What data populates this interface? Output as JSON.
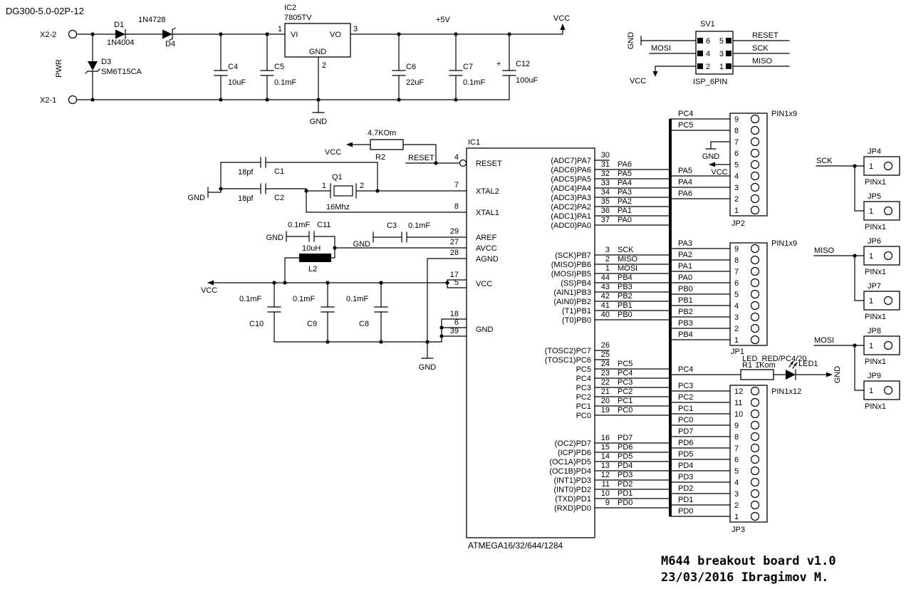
{
  "title": "DG300-5.0-02P-12",
  "footer": {
    "line1": "M644 breakout board v1.0",
    "line2": "23/03/2016 Ibragimov M."
  },
  "nets": {
    "vcc": "VCC",
    "gnd": "GND",
    "plus5v": "+5V",
    "pwr": "PWR",
    "reset": "RESET",
    "sck": "SCK",
    "miso": "MISO",
    "mosi": "MOSI",
    "pa0": "PA0",
    "pa1": "PA1",
    "pa2": "PA2",
    "pa3": "PA3",
    "pa4": "PA4",
    "pa5": "PA5",
    "pa6": "PA6",
    "pb0": "PB0",
    "pb1": "PB1",
    "pb2": "PB2",
    "pb3": "PB3",
    "pb4": "PB4",
    "pc0": "PC0",
    "pc1": "PC1",
    "pc2": "PC2",
    "pc3": "PC3",
    "pc4": "PC4",
    "pc5": "PC5",
    "pd0": "PD0",
    "pd1": "PD1",
    "pd2": "PD2",
    "pd3": "PD3",
    "pd4": "PD4",
    "pd5": "PD5",
    "pd6": "PD6",
    "pd7": "PD7"
  },
  "power": {
    "x2_2": "X2-2",
    "x2_1": "X2-1",
    "d1": {
      "ref": "D1",
      "value": "1N4004"
    },
    "d4": {
      "ref": "D4",
      "value": "1N4728"
    },
    "d3": {
      "ref": "D3",
      "value": "SM6T15CA"
    },
    "c4": {
      "ref": "C4",
      "value": "10uF"
    },
    "c5": {
      "ref": "C5",
      "value": "0.1mF"
    },
    "c6": {
      "ref": "C6",
      "value": "22uF"
    },
    "c7": {
      "ref": "C7",
      "value": "0.1mF"
    },
    "c12": {
      "ref": "C12",
      "value": "100uF",
      "plus": "+"
    },
    "ic2": {
      "ref": "IC2",
      "value": "7805TV",
      "vi": "VI",
      "vo": "VO",
      "gnd": "GND",
      "num_in": "1",
      "num_gnd": "2",
      "num_out": "3"
    }
  },
  "isp": {
    "ref": "SV1",
    "name": "ISP_6PIN",
    "pins_left": [
      "6",
      "4",
      "2"
    ],
    "pins_right": [
      "5",
      "3",
      "1"
    ]
  },
  "reset_circuit": {
    "r2": {
      "ref": "R2",
      "value": "4.7KOm"
    }
  },
  "crystal": {
    "q1": {
      "ref": "Q1",
      "value": "16Mhz",
      "num1": "1",
      "num2": "2"
    },
    "c1": {
      "ref": "C1",
      "value": "18pf"
    },
    "c2": {
      "ref": "C2",
      "value": "18pf"
    }
  },
  "analog": {
    "c11": {
      "ref": "C11",
      "value": "0.1mF"
    },
    "c3": {
      "ref": "C3",
      "value": "0.1mF"
    },
    "l2": {
      "ref": "L2",
      "value": "10uH"
    }
  },
  "decoupling": {
    "c10": {
      "ref": "C10",
      "value": "0.1mF"
    },
    "c9": {
      "ref": "C9",
      "value": "0.1mF"
    },
    "c8": {
      "ref": "C8",
      "value": "0.1mF"
    }
  },
  "led_circuit": {
    "r1": {
      "ref": "R1",
      "value": "1Kom"
    },
    "led1": {
      "ref": "LED1"
    },
    "net_label": "LED_RED/PC4/20"
  },
  "mcu": {
    "ref": "IC1",
    "part": "ATMEGA16/32/644/1284",
    "left": {
      "reset": {
        "name": "RESET",
        "num": "4"
      },
      "xtal2": {
        "name": "XTAL2",
        "num": "7"
      },
      "xtal1": {
        "name": "XTAL1",
        "num": "8"
      },
      "aref": {
        "name": "AREF",
        "num": "29"
      },
      "avcc": {
        "name": "AVCC",
        "num": "27"
      },
      "agnd": {
        "name": "AGND",
        "num": "28"
      },
      "vcc": {
        "name": "VCC",
        "nums": [
          "17",
          "5"
        ]
      },
      "gnd": {
        "name": "GND",
        "nums": [
          "18",
          "6",
          "39"
        ]
      }
    },
    "porta": [
      {
        "label": "(ADC7)PA7",
        "num": "30",
        "net": ""
      },
      {
        "label": "(ADC6)PA6",
        "num": "31",
        "net": "PA6"
      },
      {
        "label": "(ADC5)PA5",
        "num": "32",
        "net": "PA5"
      },
      {
        "label": "(ADC4)PA4",
        "num": "33",
        "net": "PA4"
      },
      {
        "label": "(ADC3)PA3",
        "num": "34",
        "net": "PA3"
      },
      {
        "label": "(ADC2)PA2",
        "num": "35",
        "net": "PA2"
      },
      {
        "label": "(ADC1)PA1",
        "num": "36",
        "net": "PA1"
      },
      {
        "label": "(ADC0)PA0",
        "num": "37",
        "net": "PA0"
      }
    ],
    "portb": [
      {
        "label": "(SCK)PB7",
        "num": "3",
        "net": "SCK"
      },
      {
        "label": "(MISO)PB6",
        "num": "2",
        "net": "MISO"
      },
      {
        "label": "(MOSI)PB5",
        "num": "1",
        "net": "MOSI"
      },
      {
        "label": "(SS)PB4",
        "num": "44",
        "net": "PB4"
      },
      {
        "label": "(AIN1)PB3",
        "num": "43",
        "net": "PB3"
      },
      {
        "label": "(AIN0)PB2",
        "num": "42",
        "net": "PB2"
      },
      {
        "label": "(T1)PB1",
        "num": "41",
        "net": "PB1"
      },
      {
        "label": "(T0)PB0",
        "num": "40",
        "net": "PB0"
      }
    ],
    "portc": [
      {
        "label": "(TOSC2)PC7",
        "num": "26",
        "net": ""
      },
      {
        "label": "(TOSC1)PC6",
        "num": "25",
        "net": ""
      },
      {
        "label": "PC5",
        "num": "24",
        "net": "PC5"
      },
      {
        "label": "PC4",
        "num": "23",
        "net": "PC4"
      },
      {
        "label": "PC3",
        "num": "22",
        "net": "PC3"
      },
      {
        "label": "PC2",
        "num": "21",
        "net": "PC2"
      },
      {
        "label": "PC1",
        "num": "20",
        "net": "PC1"
      },
      {
        "label": "PC0",
        "num": "19",
        "net": "PC0"
      }
    ],
    "portd": [
      {
        "label": "(OC2)PD7",
        "num": "16",
        "net": "PD7"
      },
      {
        "label": "(ICP)PD6",
        "num": "15",
        "net": "PD6"
      },
      {
        "label": "(OC1A)PD5",
        "num": "14",
        "net": "PD5"
      },
      {
        "label": "(OC1B)PD4",
        "num": "13",
        "net": "PD4"
      },
      {
        "label": "(INT1)PD3",
        "num": "12",
        "net": "PD3"
      },
      {
        "label": "(INT0)PD2",
        "num": "11",
        "net": "PD2"
      },
      {
        "label": "(TXD)PD1",
        "num": "10",
        "net": "PD1"
      },
      {
        "label": "(RXD)PD0",
        "num": "9",
        "net": "PD0"
      }
    ]
  },
  "headers": {
    "jp2": {
      "ref": "JP2",
      "type": "PIN1x9",
      "pins": [
        "9",
        "8",
        "7",
        "6",
        "5",
        "4",
        "3",
        "2",
        "1"
      ]
    },
    "jp1": {
      "ref": "JP1",
      "type": "PIN1x9",
      "pins": [
        "9",
        "8",
        "7",
        "6",
        "5",
        "4",
        "3",
        "2",
        "1"
      ]
    },
    "jp3": {
      "ref": "JP3",
      "type": "PIN1x12",
      "pins": [
        "12",
        "11",
        "10",
        "9",
        "8",
        "7",
        "6",
        "5",
        "4",
        "3",
        "2",
        "1"
      ]
    },
    "jp4": {
      "ref": "JP4",
      "type": "PINx1",
      "pin": "1"
    },
    "jp5": {
      "ref": "JP5",
      "type": "PINx1",
      "pin": "1"
    },
    "jp6": {
      "ref": "JP6",
      "type": "PINx1",
      "pin": "1"
    },
    "jp7": {
      "ref": "JP7",
      "type": "PINx1",
      "pin": "1"
    },
    "jp8": {
      "ref": "JP8",
      "type": "PINx1",
      "pin": "1"
    },
    "jp9": {
      "ref": "JP9",
      "type": "PINx1",
      "pin": "1"
    }
  }
}
